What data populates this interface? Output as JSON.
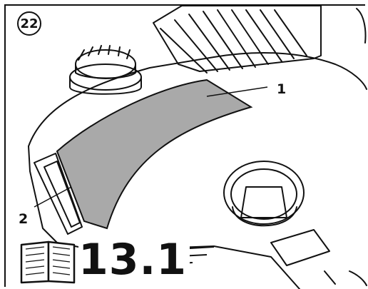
{
  "figure": {
    "step_number": "22",
    "callouts": [
      {
        "id": "1",
        "label": "1"
      },
      {
        "id": "2",
        "label": "2"
      }
    ],
    "reference": {
      "icon": "open-book-icon",
      "section": "13.1"
    },
    "colors": {
      "line": "#111111",
      "highlight": "#a9a9a9",
      "background": "#ffffff"
    }
  }
}
